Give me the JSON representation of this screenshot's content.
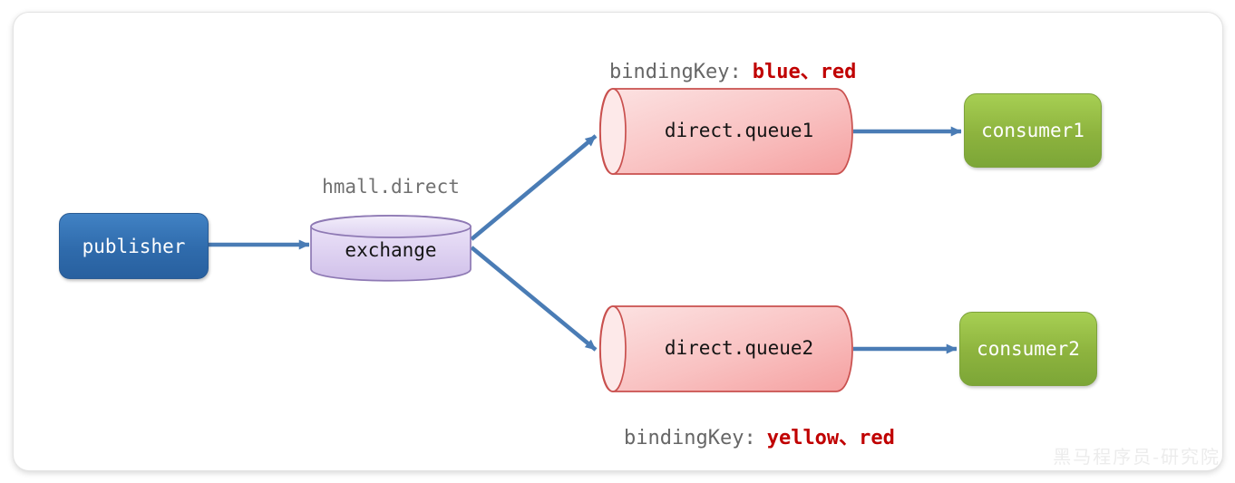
{
  "diagram": {
    "exchange_name": "hmall.direct",
    "nodes": {
      "publisher": "publisher",
      "exchange": "exchange",
      "queue1": "direct.queue1",
      "queue2": "direct.queue2",
      "consumer1": "consumer1",
      "consumer2": "consumer2"
    },
    "binding_top": {
      "label": "bindingKey:",
      "keys": "blue、red"
    },
    "binding_bottom": {
      "label": "bindingKey:",
      "keys": "yellow、red"
    },
    "watermark": "黑马程序员-研究院",
    "colors": {
      "arrow": "#4a7cb5",
      "publisher_fill": "#2f6bac",
      "consumer_fill": "#8db33e",
      "exchange_stroke": "#8e79b4",
      "queue_stroke": "#c9504e",
      "binding_key_red": "#c00000",
      "label_gray": "#707070"
    }
  }
}
